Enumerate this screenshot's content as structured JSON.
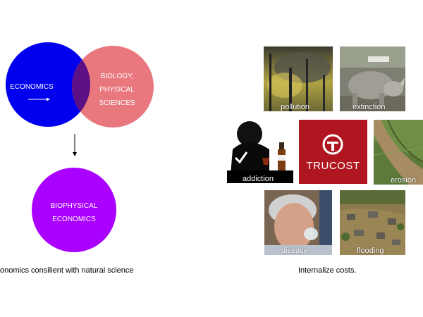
{
  "left_panel": {
    "circle_economics": {
      "label": "ECONOMICS",
      "color": "#0000ee"
    },
    "circle_sciences": {
      "label_lines": [
        "BIOLOGY,",
        "PHYSICAL",
        "SCIENCES"
      ],
      "color": "#e8777e"
    },
    "overlap_color": "#5d0f86",
    "circle_result": {
      "label_lines": [
        "BIOPHYSICAL",
        "ECONOMICS"
      ],
      "color": "#aa00ff"
    },
    "caption": "onomics consilient with natural science"
  },
  "right_panel": {
    "tiles": {
      "pollution": "pollution",
      "extinction": "extinction",
      "addiction": "addiction",
      "trucost": "TRUCOST",
      "erosion": "erosion",
      "disease": "disease",
      "flooding": "flooding"
    },
    "trucost_color": "#b0161f",
    "caption": "Internalize costs."
  }
}
